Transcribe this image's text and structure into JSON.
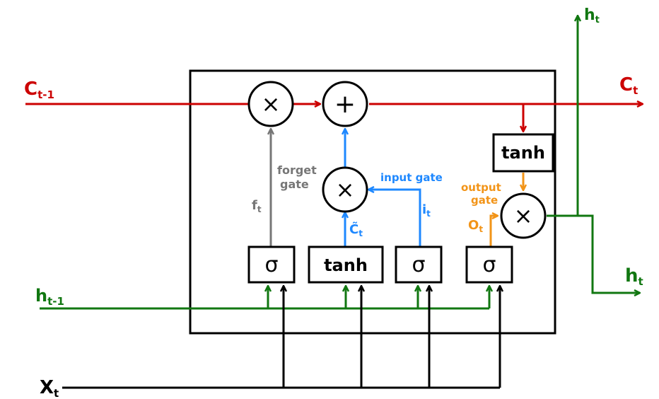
{
  "labels": {
    "c_prev": "C",
    "c_prev_sub": "t-1",
    "c_next": "C",
    "c_next_sub": "t",
    "h_prev": "h",
    "h_prev_sub": "t-1",
    "h_top": "h",
    "h_top_sub": "t",
    "h_right": "h",
    "h_right_sub": "t",
    "x_in": "X",
    "x_in_sub": "t"
  },
  "ops": {
    "multiply": "×",
    "add": "+",
    "sigma": "σ",
    "tanh": "tanh"
  },
  "gates": {
    "forget_line1": "forget",
    "forget_line2": "gate",
    "forget_var": "f",
    "forget_var_sub": "t",
    "input": "input gate",
    "input_var": "i",
    "input_var_sub": "t",
    "candidate_var": "C̃",
    "candidate_var_sub": "t",
    "output_line1": "output",
    "output_line2": "gate",
    "output_var": "O",
    "output_var_sub": "t"
  },
  "colors": {
    "cell": "#cc0000",
    "hidden": "#117711",
    "input": "#000000",
    "forget": "#777777",
    "input_gate": "#1e88ff",
    "output_gate": "#f29418",
    "outline": "#000000"
  }
}
